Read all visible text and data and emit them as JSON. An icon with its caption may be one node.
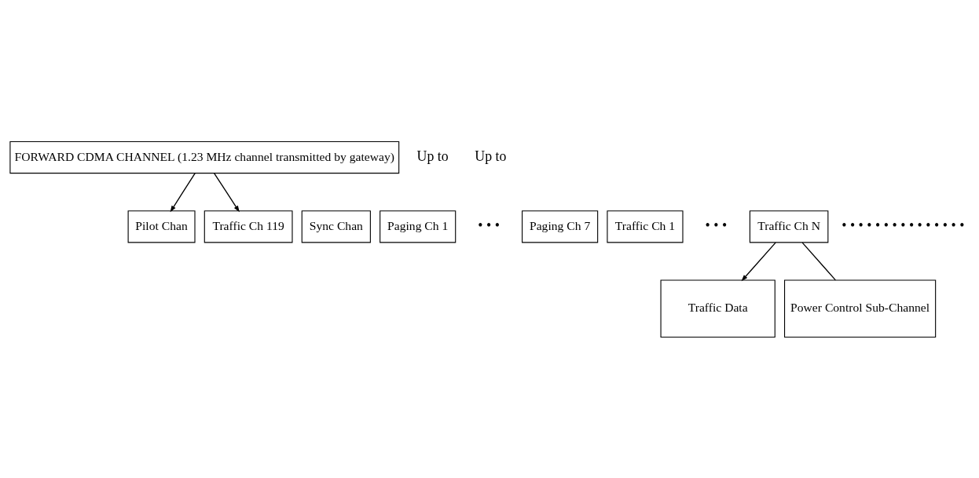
{
  "diagram": {
    "nodes": [
      {
        "text": [
          "FORWARD CDMA CHANNEL (1.23 MHz channel transmitted by gateway)"
        ]
      },
      {
        "text": [
          "Pilot Chan"
        ]
      },
      {
        "text": [
          "Sync Chan"
        ]
      },
      {
        "text": [
          "Paging Ch 1"
        ]
      },
      {
        "text": [
          "Paging Ch 7"
        ]
      },
      {
        "text": [
          "Traffic Ch 1"
        ]
      },
      {
        "text": [
          "Traffic Ch N"
        ]
      },
      {
        "text": [
          "Traffic Ch 119"
        ]
      },
      {
        "text": [
          "Traffic Data"
        ]
      },
      {
        "text": [
          "Power Control Sub-Channel"
        ]
      }
    ],
    "edges": [
      {
        "from": 0,
        "to": 1,
        "arrow": "to"
      },
      {
        "from": 0,
        "to": 7,
        "arrow": "to"
      },
      {
        "from": 6,
        "to": 8,
        "arrow": "to"
      },
      {
        "from": 6,
        "to": 9,
        "arrow": "none"
      }
    ],
    "labels": [
      "• • •",
      "• • •",
      "• • • • • • • • • • • • • • •",
      "Up to",
      "Up to"
    ]
  }
}
